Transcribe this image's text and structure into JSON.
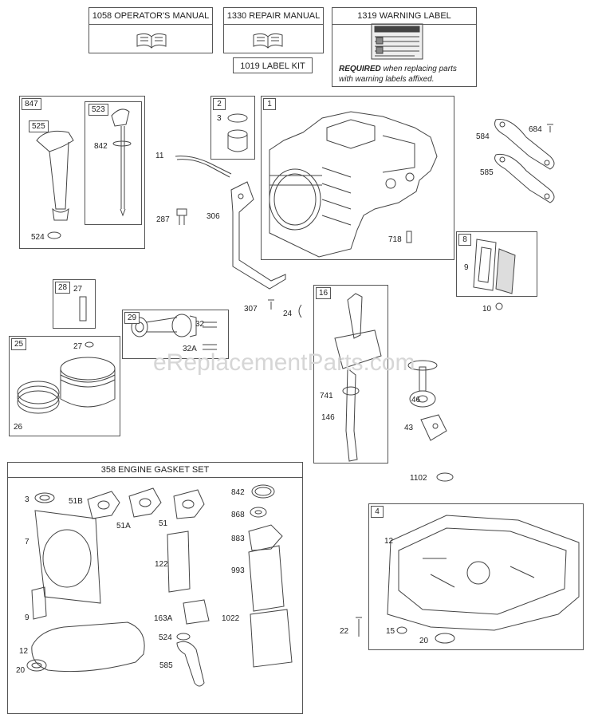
{
  "manuals": {
    "operators_manual": "1058 OPERATOR'S MANUAL",
    "repair_manual": "1330 REPAIR MANUAL",
    "warning_label": "1319 WARNING LABEL",
    "label_kit": "1019 LABEL KIT",
    "required_bold": "REQUIRED",
    "required_rest_1": " when replacing parts",
    "required_rest_2": "with warning labels affixed."
  },
  "watermark": "eReplacementParts.com",
  "assemblies": {
    "a847": "847",
    "a523": "523",
    "a525": "525",
    "a2": "2",
    "a1": "1",
    "a8": "8",
    "a28": "28",
    "a29": "29",
    "a25": "25",
    "a16": "16",
    "a4": "4"
  },
  "gasket_set_title": "358 ENGINE GASKET SET",
  "parts": {
    "p842a": "842",
    "p524a": "524",
    "p11": "11",
    "p3a": "3",
    "p287": "287",
    "p306": "306",
    "p718": "718",
    "p584a": "584",
    "p684": "684",
    "p585a": "585",
    "p9a": "9",
    "p10": "10",
    "p27a": "27",
    "p32": "32",
    "p32a": "32A",
    "p307": "307",
    "p24": "24",
    "p27b": "27",
    "p26": "26",
    "p741": "741",
    "p146": "146",
    "p46": "46",
    "p43": "43",
    "p1102": "1102",
    "p3b": "3",
    "p51b": "51B",
    "p51a": "51A",
    "p51": "51",
    "p842b": "842",
    "p868": "868",
    "p7": "7",
    "p883": "883",
    "p122": "122",
    "p993": "993",
    "p9b": "9",
    "p163a": "163A",
    "p1022": "1022",
    "p524b": "524",
    "p12a": "12",
    "p20a": "20",
    "p585b": "585",
    "p12b": "12",
    "p22": "22",
    "p15": "15",
    "p20b": "20"
  }
}
